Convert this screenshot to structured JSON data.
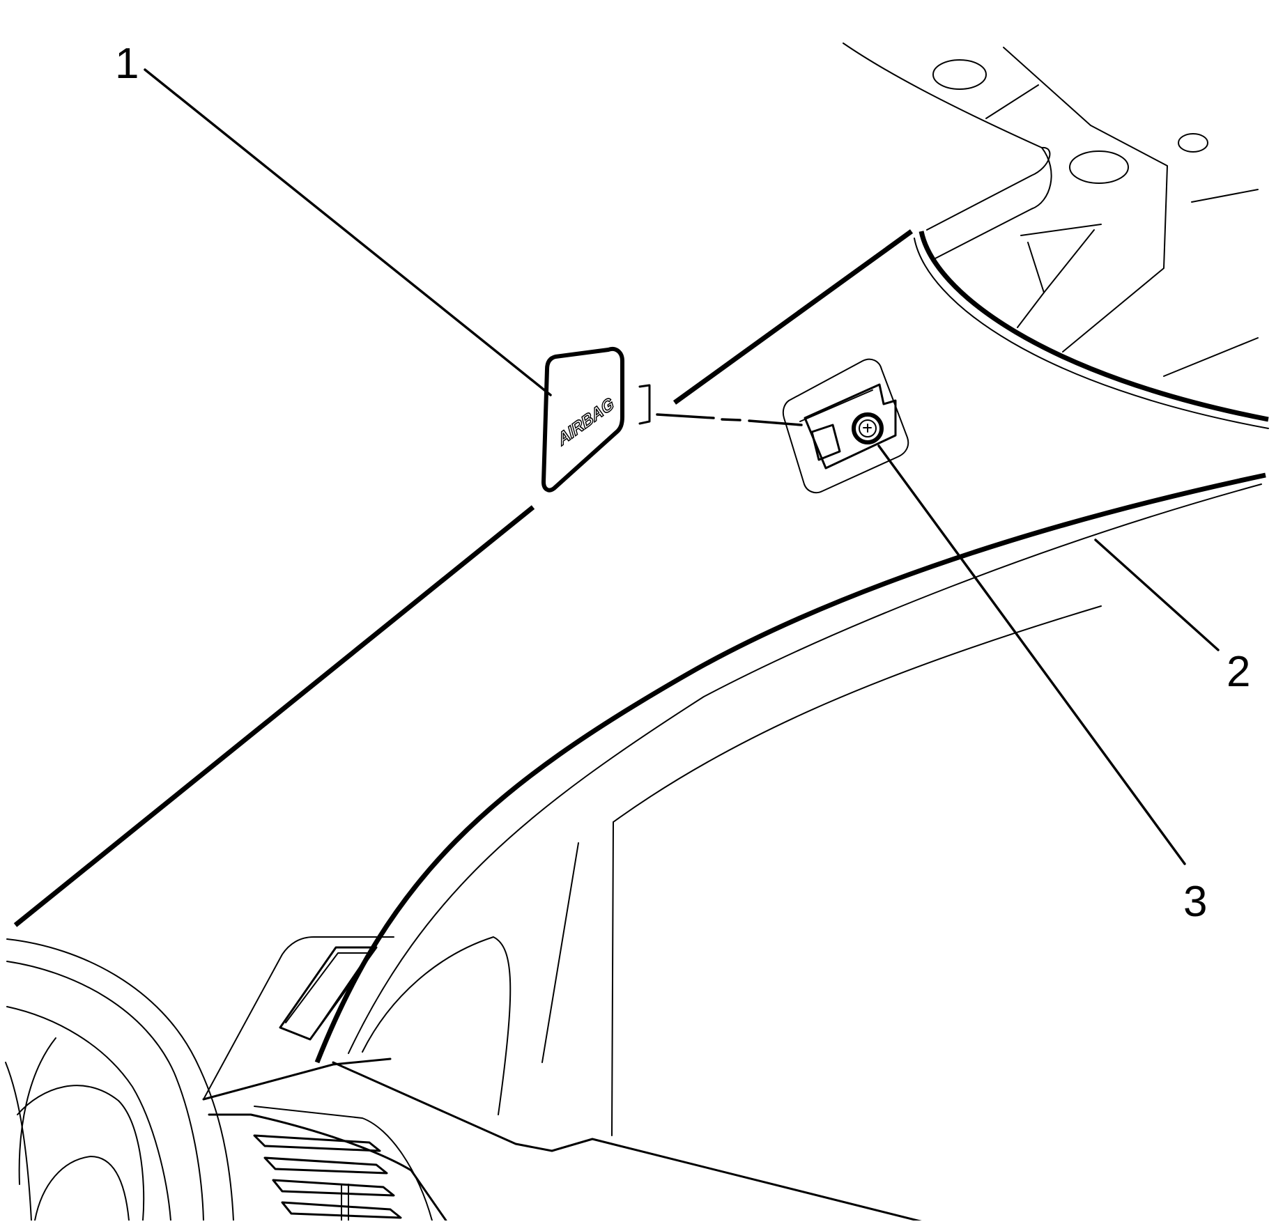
{
  "callouts": [
    {
      "id": "1",
      "label": "1"
    },
    {
      "id": "2",
      "label": "2"
    },
    {
      "id": "3",
      "label": "3"
    }
  ],
  "cover_text": "AIRBAG",
  "colors": {
    "line": "#000000",
    "background": "#ffffff"
  }
}
